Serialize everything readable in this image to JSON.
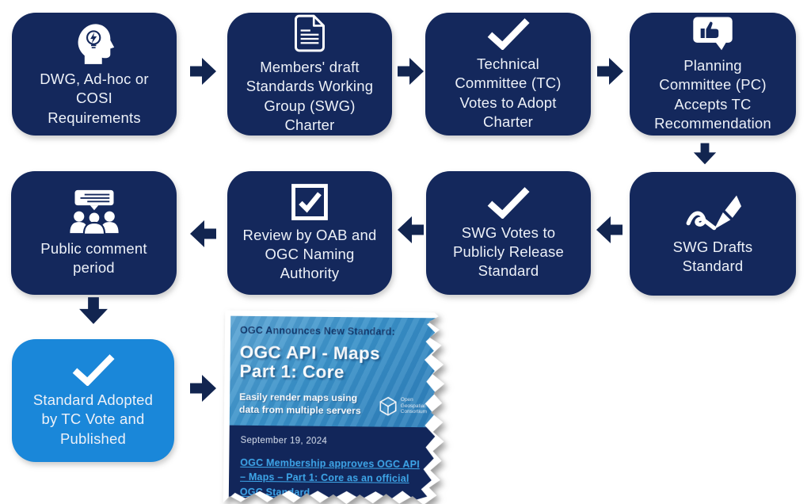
{
  "flow": {
    "boxes": [
      {
        "label": "DWG, Ad-hoc or\nCOSI\nRequirements",
        "icon": "head-idea-icon"
      },
      {
        "label": "Members' draft\nStandards Working\nGroup (SWG)\nCharter",
        "icon": "document-icon"
      },
      {
        "label": "Technical\nCommittee (TC)\nVotes to Adopt\nCharter",
        "icon": "checkmark-icon"
      },
      {
        "label": "Planning\nCommittee (PC)\nAccepts TC\nRecommendation",
        "icon": "thumbs-up-bubble-icon"
      },
      {
        "label": "SWG Drafts\nStandard",
        "icon": "pen-drafting-icon"
      },
      {
        "label": "SWG Votes to\nPublicly Release\nStandard",
        "icon": "checkmark-icon"
      },
      {
        "label": "Review by OAB and\nOGC Naming\nAuthority",
        "icon": "checkbox-icon"
      },
      {
        "label": "Public comment\nperiod",
        "icon": "audience-comment-icon"
      },
      {
        "label": "Standard Adopted\nby TC Vote and\nPublished",
        "icon": "checkmark-icon",
        "highlight": true
      }
    ],
    "colors": {
      "box_navy": "#14285c",
      "box_highlight_blue": "#1a87d9",
      "arrow_navy": "#122550",
      "box_text": "#edf1f8"
    }
  },
  "announcement": {
    "kicker": "OGC Announces New Standard:",
    "title": "OGC API - Maps\nPart 1: Core",
    "subtitle": "Easily render maps using\ndata from multiple servers",
    "logo_text": "Open\nGeospatial\nConsortium",
    "date": "September 19, 2024",
    "link": "OGC Membership approves OGC API – Maps – Part 1: Core as an official OGC Standard",
    "colors": {
      "header_blue": "#3a92c9",
      "panel_navy": "#12265a",
      "link_blue": "#3ea7ea",
      "kicker_navy": "#13386b"
    }
  }
}
